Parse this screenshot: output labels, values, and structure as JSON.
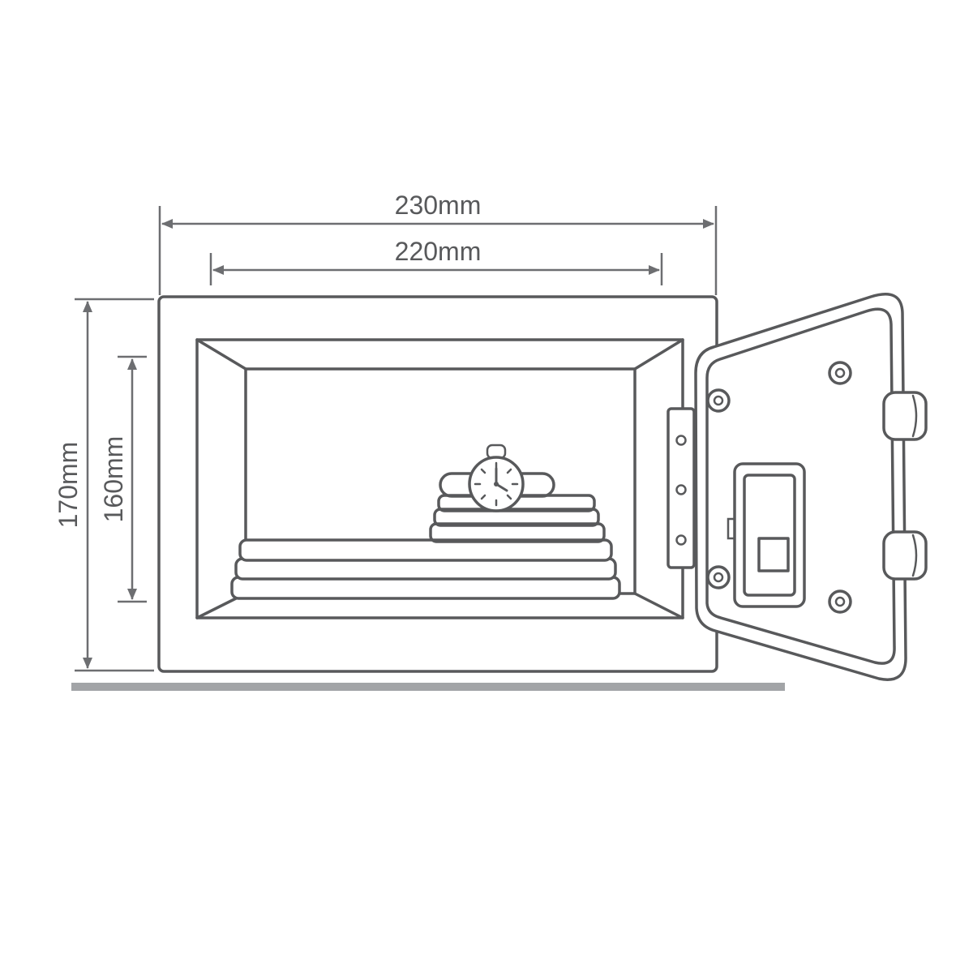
{
  "diagram": {
    "kind": "product-dimension-drawing",
    "subject": "electronic safe with open door, watch and stacked items inside",
    "dimensions": {
      "outer_width": "230mm",
      "inner_width": "220mm",
      "outer_height": "170mm",
      "inner_height": "160mm"
    },
    "colors": {
      "line": "#58595b",
      "dimension_line": "#6d6e71",
      "interior_gray": "#939598",
      "items_tan": "#d9d0a4",
      "ground_gray": "#a2a4a7",
      "white": "#ffffff"
    }
  }
}
